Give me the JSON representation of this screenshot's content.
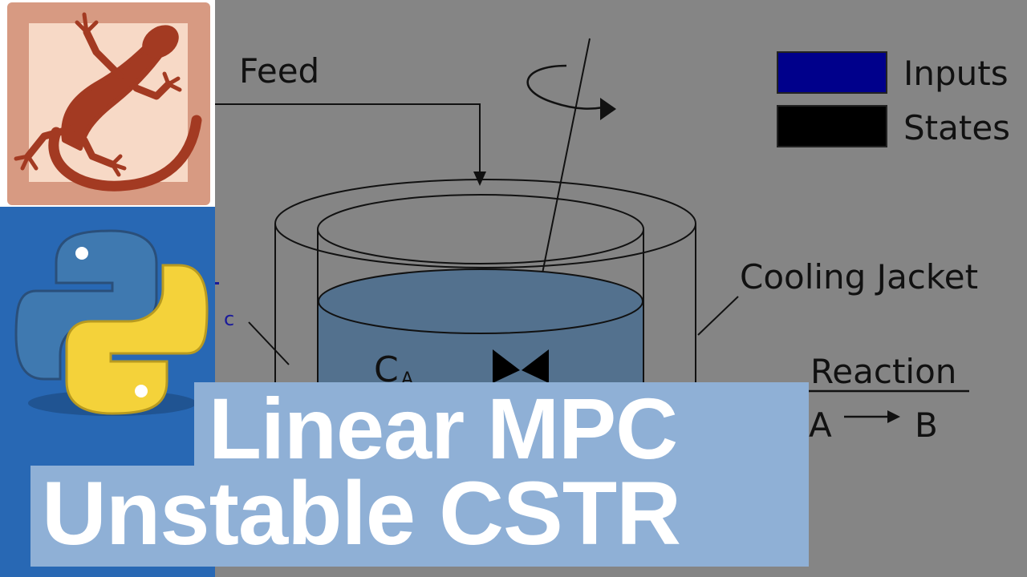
{
  "diagram": {
    "feed_label": "Feed",
    "legend": [
      {
        "label": "Inputs",
        "color": "#00008b"
      },
      {
        "label": "States",
        "color": "#000000"
      }
    ],
    "cooling_jacket_label": "Cooling Jacket",
    "reaction_title": "Reaction",
    "reaction_from": "A",
    "reaction_to": "B",
    "concentration_label": "C",
    "concentration_subscript": "A",
    "partial_label": "c"
  },
  "colors": {
    "background": "#858585",
    "liquid": "#53718e",
    "title_band": "#8fb0d6",
    "gecko": "#a33a22",
    "python_panel": "#2868b4"
  },
  "logos": {
    "gecko": "gekko-logo",
    "python": "python-logo"
  },
  "title": {
    "line1": "Linear MPC",
    "line2": "Unstable CSTR"
  }
}
